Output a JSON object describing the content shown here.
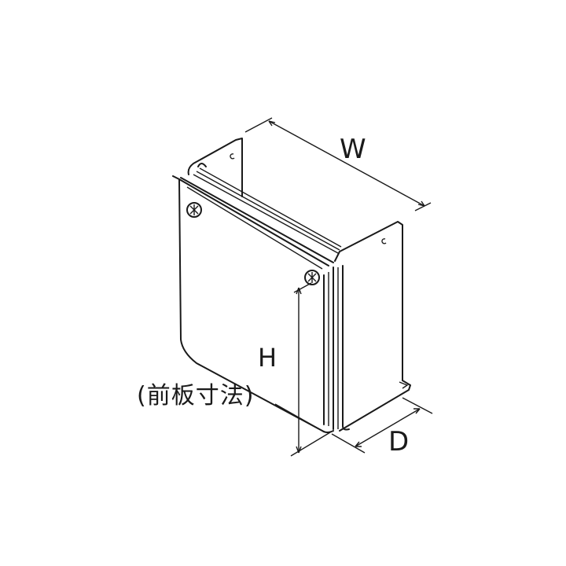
{
  "diagram": {
    "subject": "Wall-mount cover box with front panel (line drawing)",
    "dimensions": {
      "width_label": "W",
      "height_label": "H",
      "height_note": "(前板寸法)",
      "depth_label": "D"
    },
    "colors": {
      "line": "#1a1a1a",
      "background": "#ffffff"
    },
    "icons": [
      "screw-icon",
      "screw-icon",
      "mount-hole-icon",
      "mount-hole-icon",
      "mount-hole-icon"
    ]
  }
}
